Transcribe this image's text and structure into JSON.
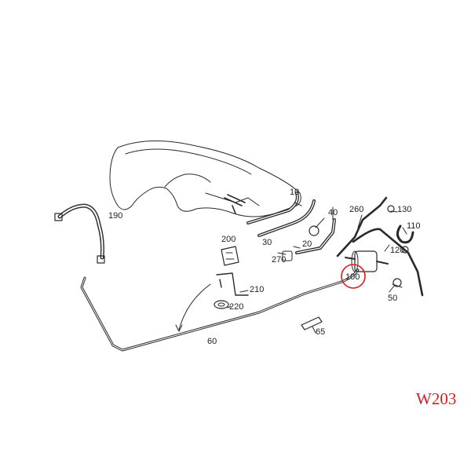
{
  "model_code": "W203",
  "accent_color": "#d21f25",
  "line_color": "#2a2a2a",
  "highlighted_part": "100",
  "callouts": [
    "10",
    "20",
    "30",
    "40",
    "50",
    "60",
    "65",
    "100",
    "110",
    "120",
    "130",
    "190",
    "200",
    "210",
    "220",
    "260",
    "270"
  ]
}
